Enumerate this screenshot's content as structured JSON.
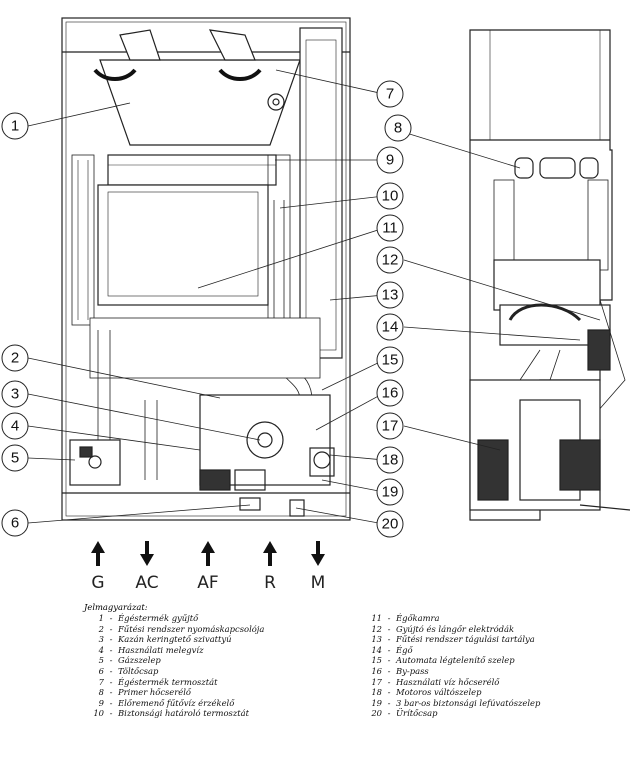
{
  "callouts": [
    "1",
    "2",
    "3",
    "4",
    "5",
    "6",
    "7",
    "8",
    "9",
    "10",
    "11",
    "12",
    "13",
    "14",
    "15",
    "16",
    "17",
    "18",
    "19",
    "20"
  ],
  "connections": [
    "G",
    "AC",
    "AF",
    "R",
    "M"
  ],
  "legend_title": "Jelmagyarázat:",
  "legend_left": [
    {
      "num": "1",
      "text": "Égéstermék gyűjtő"
    },
    {
      "num": "2",
      "text": "Fűtési rendszer nyomáskapcsolója"
    },
    {
      "num": "3",
      "text": "Kazán keringtető szivattyú"
    },
    {
      "num": "4",
      "text": "Használati melegvíz"
    },
    {
      "num": "5",
      "text": "Gázszelep"
    },
    {
      "num": "6",
      "text": "Töltőcsap"
    },
    {
      "num": "7",
      "text": "Égéstermék termosztát"
    },
    {
      "num": "8",
      "text": "Primer hőcserélő"
    },
    {
      "num": "9",
      "text": "Előremenő fűtővíz érzékelő"
    },
    {
      "num": "10",
      "text": "Biztonsági határoló termosztát"
    }
  ],
  "legend_right": [
    {
      "num": "11",
      "text": "Égőkamra"
    },
    {
      "num": "12",
      "text": "Gyújtó és lángőr elektródák"
    },
    {
      "num": "13",
      "text": "Fűtési rendszer tágulási tartálya"
    },
    {
      "num": "14",
      "text": "Égő"
    },
    {
      "num": "15",
      "text": "Automata légtelenítő szelep"
    },
    {
      "num": "16",
      "text": "By-pass"
    },
    {
      "num": "17",
      "text": "Használati víz hőcserélő"
    },
    {
      "num": "18",
      "text": "Motoros váltószelep"
    },
    {
      "num": "19",
      "text": "3 bar-os biztonsági lefúvatószelep"
    },
    {
      "num": "20",
      "text": "Ürítőcsap"
    }
  ]
}
